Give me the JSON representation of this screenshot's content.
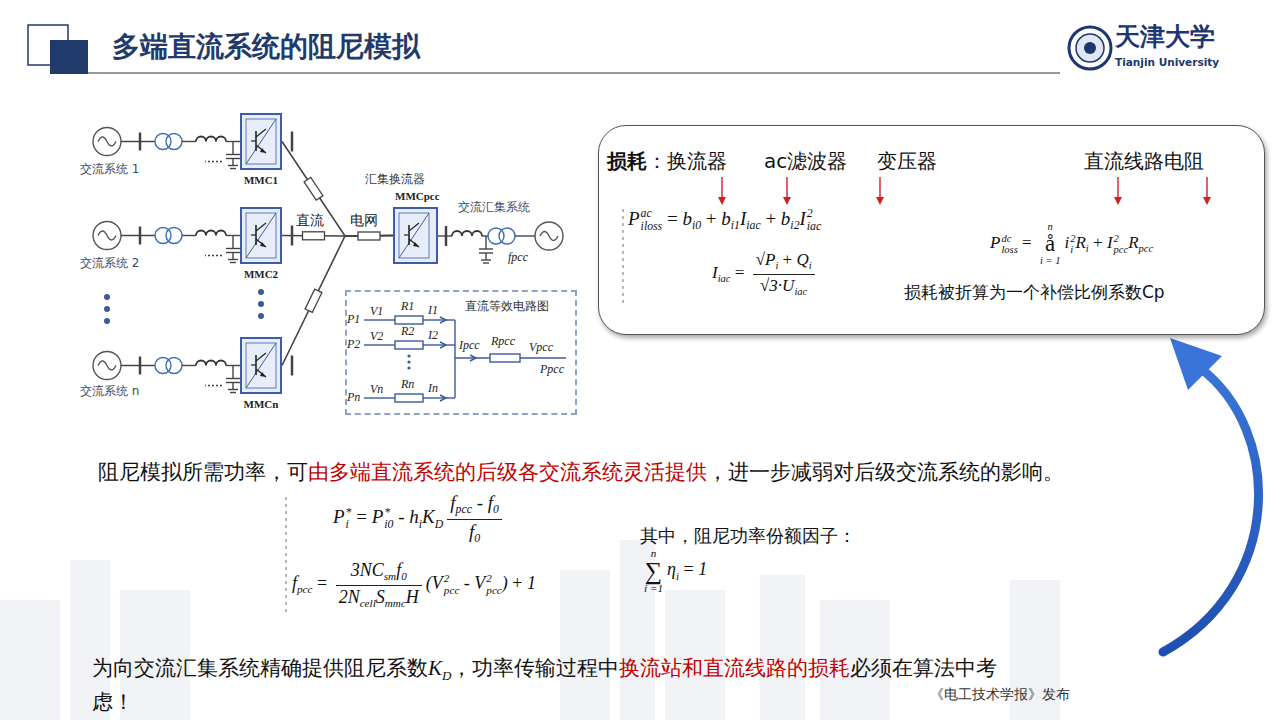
{
  "diagram": {
    "title": "多端直流系统的阻尼模拟",
    "nodes": [
      {
        "text": [
          "MMC1"
        ]
      },
      {
        "text": [
          "MMC2"
        ]
      },
      {
        "text": [
          "MMCn"
        ]
      },
      {
        "text": [
          "汇集换流器",
          "MMCpcc"
        ]
      },
      {
        "text": [
          "直流等效电路图"
        ]
      },
      {
        "text": [
          "损耗",
          "：换流器",
          "ac滤波器",
          "变压器",
          "直流线路电阻",
          "损耗被折算为一个补偿比例系数Cp"
        ]
      }
    ],
    "edges": [
      {
        "from": 0,
        "to": 3,
        "arrow": "none"
      },
      {
        "from": 1,
        "to": 3,
        "arrow": "none"
      },
      {
        "from": 2,
        "to": 3,
        "arrow": "none"
      }
    ],
    "labels": [
      "天津大学",
      "Tianjin University",
      "交流系统 1",
      "交流系统 2",
      "交流系统 n",
      "直流",
      "电网",
      "交流汇集系统",
      "fpcc",
      "P1",
      "V1",
      "R1",
      "I1",
      "P2",
      "V2",
      "R2",
      "I2",
      "Pn",
      "Vn",
      "Rn",
      "In",
      "Ipcc",
      "Rpcc",
      "Vpcc",
      "Ppcc",
      "阻尼模拟所需功率，可",
      "由多端直流系统的后级各交流系统灵活提供",
      "，进一步减弱对后级交流系统的影响。",
      "其中，阻尼功率份额因子：",
      "为向交流汇集系统精确提供阻尼系数",
      "K",
      "D",
      "，功率传输过程中",
      "换流站和直流线路的损耗",
      "必须在算法中考虑！",
      "《电工技术学报》发布",
      "P",
      "ac",
      "iloss",
      "=",
      "b",
      "i0",
      "+",
      "b",
      "i1",
      "I",
      "iac",
      "+",
      "b",
      "i2",
      "I",
      "2",
      "iac",
      "I",
      "iac",
      "=",
      "√",
      "P",
      "i",
      "+",
      "Q",
      "i",
      "√3",
      "·",
      "U",
      "iac",
      "P",
      "dc",
      "loss",
      "=",
      "n",
      "å",
      "i = 1",
      "i",
      "2",
      "i",
      "R",
      "i",
      "+",
      "I",
      "2",
      "pcc",
      "R",
      "pcc",
      "P",
      "*",
      "i",
      "=",
      "P",
      "*",
      "i0",
      "-",
      "h",
      "i",
      "K",
      "D",
      "f",
      "pcc",
      "-",
      "f",
      "0",
      "f",
      "0",
      "f",
      "pcc",
      "=",
      "3NC",
      "sm",
      "f",
      "0",
      "2N",
      "cell",
      "S",
      "mmc",
      "H",
      "(V",
      "2",
      "pcc",
      "-",
      "V",
      "2",
      "pcc",
      ")",
      "+",
      "1",
      "n",
      "∑",
      "i =1",
      "η",
      "i",
      "=",
      "1"
    ]
  }
}
